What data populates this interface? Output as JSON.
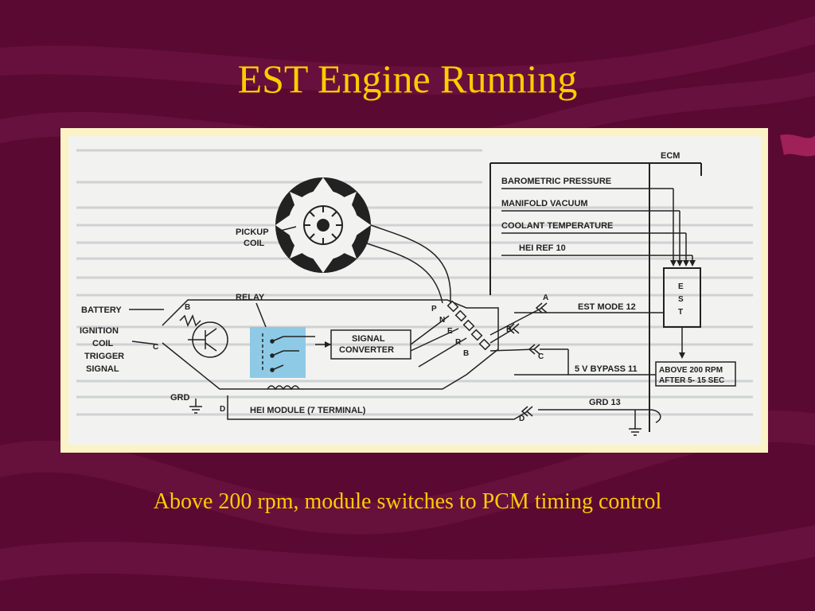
{
  "slide": {
    "title": "EST Engine Running",
    "caption": "Above 200 rpm, module switches to PCM timing control"
  },
  "colors": {
    "background": "#5a0a32",
    "text": "#ffcc00",
    "frame": "#fbf3c6",
    "relay_highlight": "#8ecae6"
  },
  "diagram": {
    "ecm": "ECM",
    "inputs": [
      "BAROMETRIC PRESSURE",
      "MANIFOLD VACUUM",
      "COOLANT TEMPERATURE",
      "HEI REF 10"
    ],
    "est_mode": "EST MODE 12",
    "bypass": "5 V  BYPASS 11",
    "grd13": "GRD 13",
    "est_block": [
      "E",
      "S",
      "T"
    ],
    "timer_line1": "ABOVE 200 RPM",
    "timer_line2": "AFTER 5- 15 SEC",
    "pickup_line1": "PICKUP",
    "pickup_line2": "COIL",
    "relay": "RELAY",
    "battery": "BATTERY",
    "ignition": [
      "IGNITION",
      "COIL",
      "TRIGGER",
      "SIGNAL"
    ],
    "grd": "GRD",
    "signal_line1": "SIGNAL",
    "signal_line2": "CONVERTER",
    "hei_module": "HEI MODULE (7 TERMINAL)",
    "letter_b": "B",
    "letter_c": "C",
    "letter_d": "D",
    "connector_a": "A",
    "connector_b": "B",
    "connector_c": "C",
    "connector_d": "D",
    "terminals": [
      "P",
      "N",
      "E",
      "R",
      "B"
    ]
  }
}
